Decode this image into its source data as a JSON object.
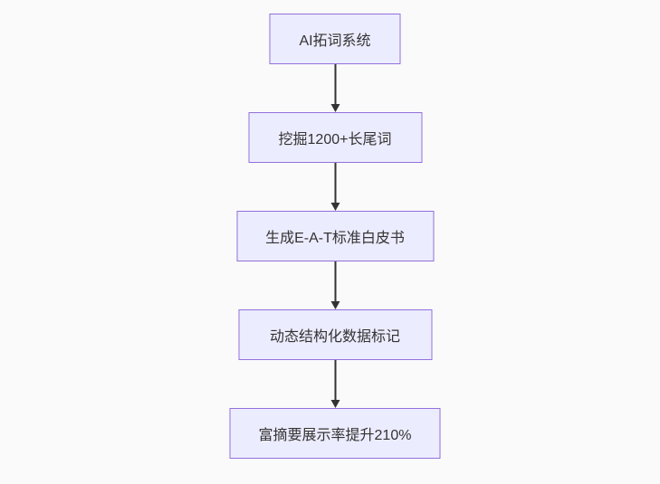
{
  "diagram": {
    "type": "flowchart",
    "direction": "top-down",
    "nodes": [
      {
        "id": "n1",
        "label": "AI拓词系统"
      },
      {
        "id": "n2",
        "label": "挖掘1200+长尾词"
      },
      {
        "id": "n3",
        "label": "生成E-A-T标准白皮书"
      },
      {
        "id": "n4",
        "label": "动态结构化数据标记"
      },
      {
        "id": "n5",
        "label": "富摘要展示率提升210%"
      }
    ],
    "edges": [
      {
        "from": "n1",
        "to": "n2"
      },
      {
        "from": "n2",
        "to": "n3"
      },
      {
        "from": "n3",
        "to": "n4"
      },
      {
        "from": "n4",
        "to": "n5"
      }
    ],
    "colors": {
      "node_fill": "#ececff",
      "node_border": "#9370db",
      "arrow": "#333333",
      "text": "#333333",
      "background": "#fafafa"
    }
  }
}
